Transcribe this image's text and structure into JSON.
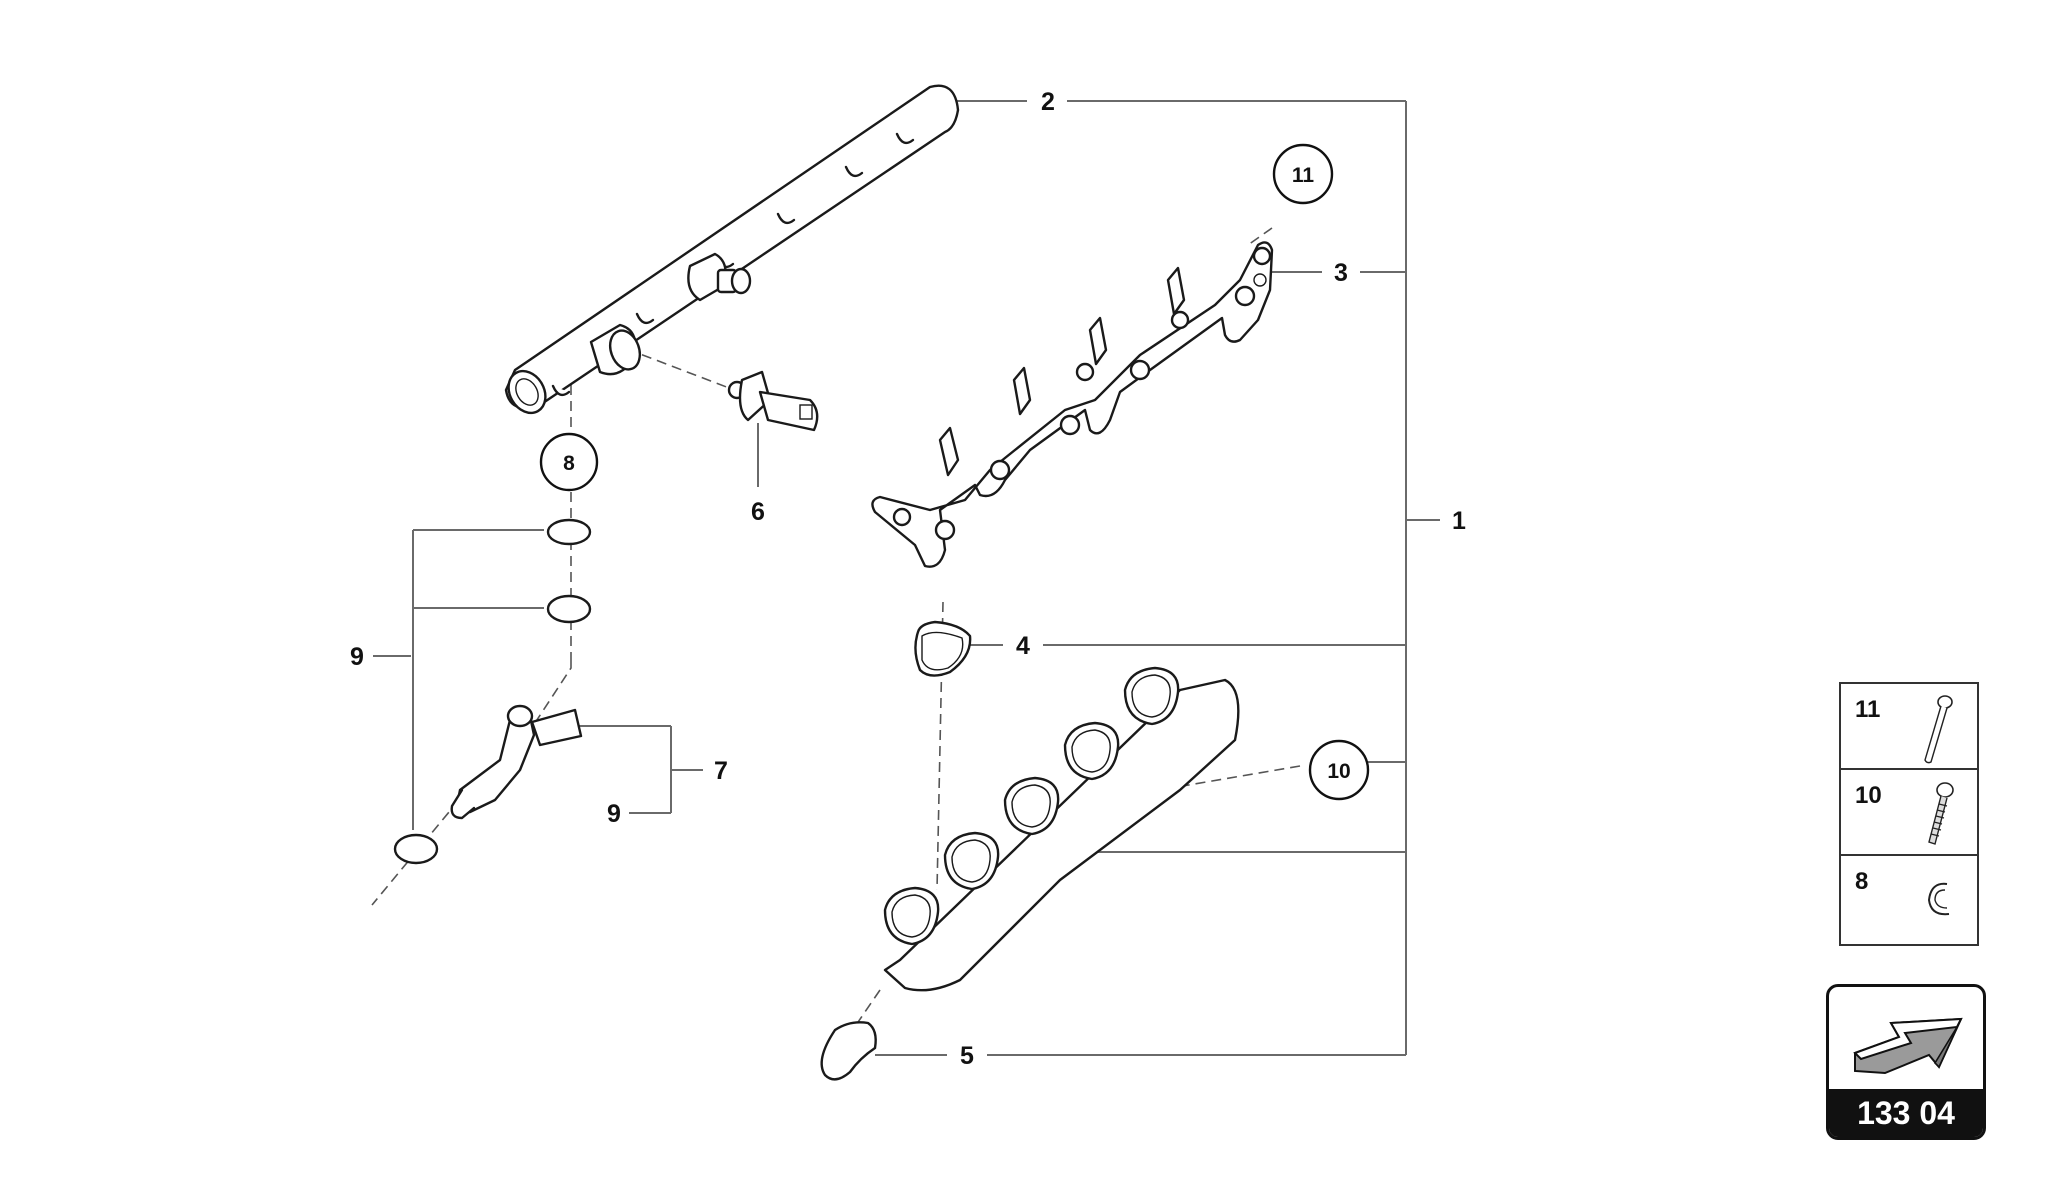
{
  "diagram": {
    "type": "exploded parts diagram",
    "callouts": [
      {
        "id": "1",
        "label": "1"
      },
      {
        "id": "2",
        "label": "2"
      },
      {
        "id": "3",
        "label": "3"
      },
      {
        "id": "4",
        "label": "4"
      },
      {
        "id": "5",
        "label": "5"
      },
      {
        "id": "6",
        "label": "6"
      },
      {
        "id": "7",
        "label": "7"
      },
      {
        "id": "9a",
        "label": "9"
      },
      {
        "id": "9b",
        "label": "9"
      }
    ],
    "circled_callouts": [
      {
        "id": "8",
        "label": "8"
      },
      {
        "id": "10",
        "label": "10"
      },
      {
        "id": "11",
        "label": "11"
      }
    ],
    "parts": [
      {
        "ref": "2",
        "name": "fuel-rail"
      },
      {
        "ref": "3",
        "name": "injector-bracket"
      },
      {
        "ref": "4",
        "name": "gasket-upper"
      },
      {
        "ref": "5",
        "name": "gasket-lower"
      },
      {
        "ref": "6",
        "name": "pressure-sensor"
      },
      {
        "ref": "7",
        "name": "fuel-injector"
      },
      {
        "ref": "9",
        "name": "o-ring-seals"
      },
      {
        "ref": "1",
        "name": "intake-manifold-assembly"
      }
    ]
  },
  "legend": {
    "items": [
      {
        "number": "11",
        "icon": "bolt-long-icon"
      },
      {
        "number": "10",
        "icon": "screw-threaded-icon"
      },
      {
        "number": "8",
        "icon": "circlip-icon"
      }
    ]
  },
  "reference_badge": {
    "icon": "arrow-3d-icon",
    "label": "133 04"
  }
}
